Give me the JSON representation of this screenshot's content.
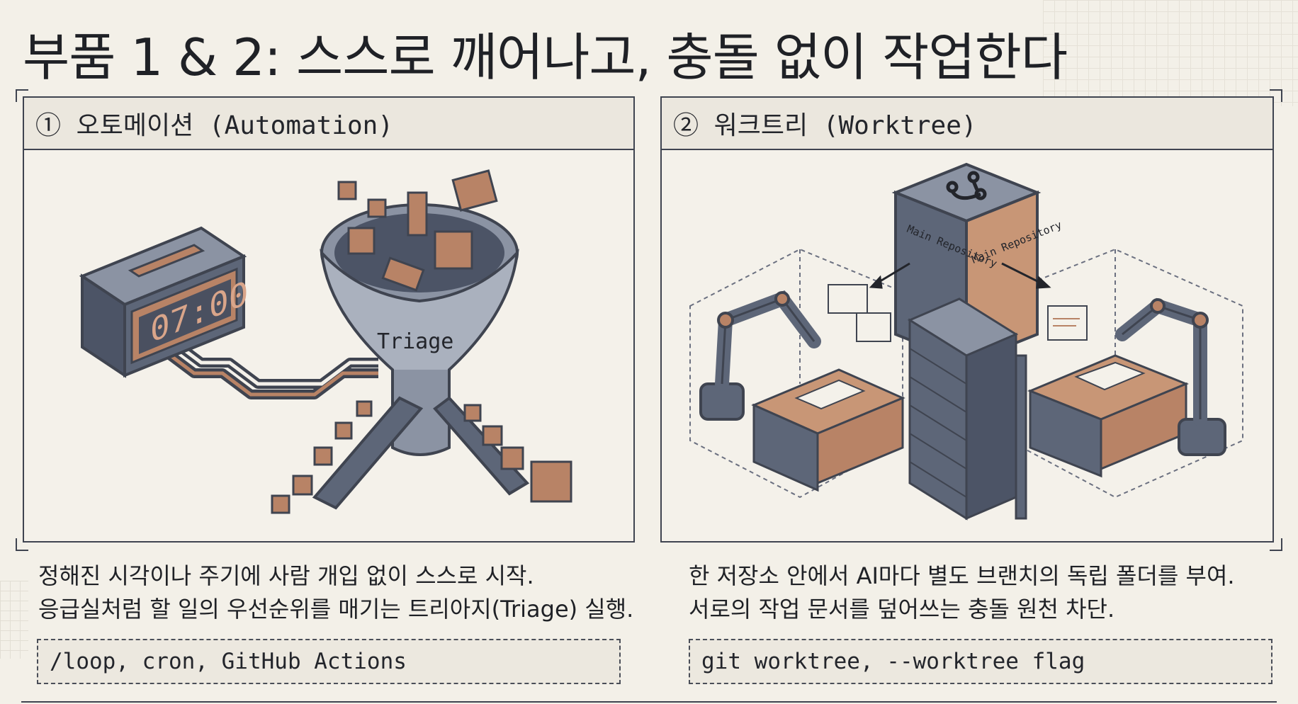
{
  "page": {
    "title": "부품 1 & 2: 스스로 깨어나고, 충돌 없이 작업한다"
  },
  "colors": {
    "background": "#f3f0e8",
    "line": "#3f4450",
    "slate": "#5d6678",
    "copper": "#b88366"
  },
  "panels": {
    "automation": {
      "title": "① 오토메이션 (Automation)",
      "clock_time": "07:00",
      "funnel_label": "Triage",
      "description": [
        "정해진 시각이나 주기에 사람 개입 없이 스스로 시작.",
        "응급실처럼 할 일의 우선순위를 매기는 트리아지(Triage) 실행."
      ],
      "code": "/loop, cron, GitHub Actions"
    },
    "worktree": {
      "title": "② 워크트리 (Worktree)",
      "repo_label_left": "Main Repository",
      "repo_label_right": "Main Repository",
      "repo_icon": "git-branch-icon",
      "description": [
        "한 저장소 안에서 AI마다 별도 브랜치의 독립 폴더를 부여.",
        "서로의 작업 문서를 덮어쓰는 충돌 원천 차단."
      ],
      "code": "git worktree, --worktree flag"
    }
  }
}
